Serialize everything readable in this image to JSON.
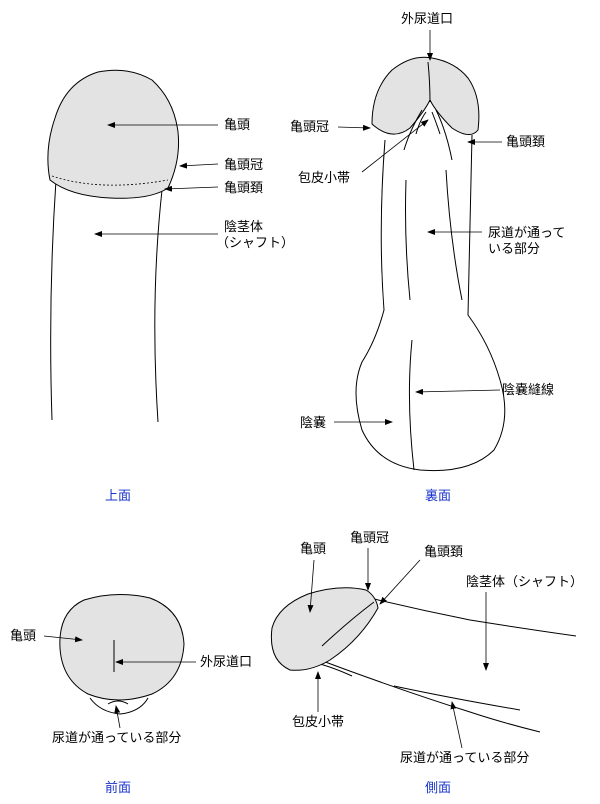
{
  "views": {
    "top": {
      "caption": "上面",
      "labels": {
        "glans": "亀頭",
        "corona": "亀頭冠",
        "neck": "亀頭頚",
        "shaft_1": "陰茎体",
        "shaft_2": "（シャフト）"
      }
    },
    "back": {
      "caption": "裏面",
      "labels": {
        "meatus": "外尿道口",
        "corona": "亀頭冠",
        "neck": "亀頭頚",
        "frenulum": "包皮小帯",
        "urethra_1": "尿道が通って",
        "urethra_2": "いる部分",
        "raphe": "陰嚢縫線",
        "scrotum": "陰嚢"
      }
    },
    "front": {
      "caption": "前面",
      "labels": {
        "glans": "亀頭",
        "meatus": "外尿道口",
        "urethra": "尿道が通っている部分"
      }
    },
    "side": {
      "caption": "側面",
      "labels": {
        "glans": "亀頭",
        "corona": "亀頭冠",
        "neck": "亀頭頚",
        "shaft": "陰茎体（シャフト）",
        "frenulum": "包皮小帯",
        "urethra": "尿道が通っている部分"
      }
    }
  },
  "colors": {
    "glans_fill": "#e3e3e3",
    "caption": "#1a33cc",
    "line": "#000000"
  }
}
